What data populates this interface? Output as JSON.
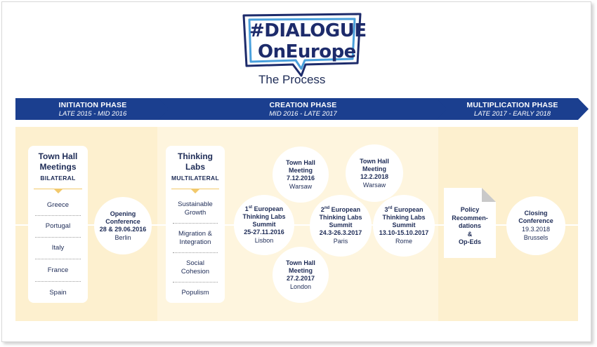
{
  "logo": {
    "line1": "#DIALOGUE",
    "line2": "OnEurope",
    "subtitle": "The Process"
  },
  "phases": [
    {
      "name": "INITIATION PHASE",
      "dates": "LATE 2015 - MID 2016"
    },
    {
      "name": "CREATION PHASE",
      "dates": "MID 2016 - LATE 2017"
    },
    {
      "name": "MULTIPLICATION PHASE",
      "dates": "LATE 2017 - EARLY 2018"
    }
  ],
  "town_hall_card": {
    "title_1": "Town Hall",
    "title_2": "Meetings",
    "subtitle": "BILATERAL",
    "items": [
      "Greece",
      "Portugal",
      "Italy",
      "France",
      "Spain"
    ]
  },
  "labs_card": {
    "title_1": "Thinking",
    "title_2": "Labs",
    "subtitle": "MULTILATERAL",
    "items": [
      {
        "l1": "Sustainable",
        "l2": "Growth"
      },
      {
        "l1": "Migration &",
        "l2": "Integration"
      },
      {
        "l1": "Social",
        "l2": "Cohesion"
      },
      {
        "l1": "Populism",
        "l2": ""
      }
    ]
  },
  "opening": {
    "l1": "Opening",
    "l2": "Conference",
    "date": "28 & 29.06.2016",
    "place": "Berlin"
  },
  "summit1": {
    "ord": "1",
    "sup": "st",
    "l1": "European",
    "l2": "Thinking Labs",
    "l3": "Summit",
    "date": "25-27.11.2016",
    "place": "Lisbon"
  },
  "summit2": {
    "ord": "2",
    "sup": "nd",
    "l1": "European",
    "l2": "Thinking Labs",
    "l3": "Summit",
    "date": "24.3-26.3.2017",
    "place": "Paris"
  },
  "summit3": {
    "ord": "3",
    "sup": "rd",
    "l1": "European",
    "l2": "Thinking Labs",
    "l3": "Summit",
    "date": "13.10-15.10.2017",
    "place": "Rome"
  },
  "thm_warsaw_2016": {
    "l1": "Town Hall",
    "l2": "Meeting",
    "date": "7.12.2016",
    "place": "Warsaw"
  },
  "thm_warsaw_2018": {
    "l1": "Town Hall",
    "l2": "Meeting",
    "date": "12.2.2018",
    "place": "Warsaw"
  },
  "thm_london": {
    "l1": "Town Hall",
    "l2": "Meeting",
    "date": "27.2.2017",
    "place": "London"
  },
  "policy": {
    "l1": "Policy",
    "l2": "Recommen-",
    "l3": "dations",
    "l4": "&",
    "l5": "Op-Eds"
  },
  "closing": {
    "l1": "Closing",
    "l2": "Conference",
    "date": "19.3.2018",
    "place": "Brussels"
  },
  "colors": {
    "navy": "#1d2b6b",
    "phase_blue": "#1b3f8f",
    "panel": "#fdf0cf",
    "accent": "#f2c96c"
  }
}
